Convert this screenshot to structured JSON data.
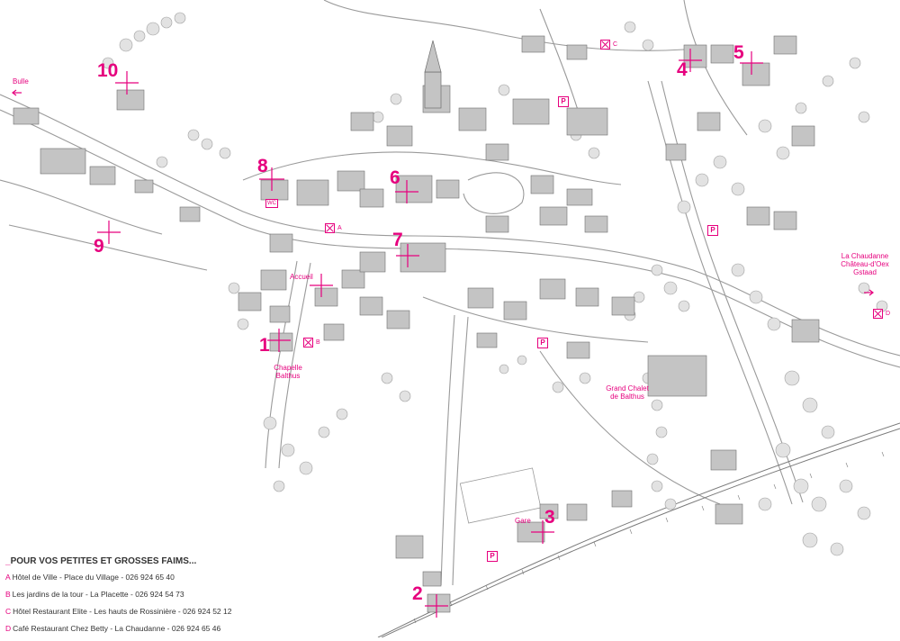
{
  "markers": [
    {
      "id": "m1",
      "label": "1"
    },
    {
      "id": "m2",
      "label": "2"
    },
    {
      "id": "m3",
      "label": "3"
    },
    {
      "id": "m4",
      "label": "4"
    },
    {
      "id": "m5",
      "label": "5"
    },
    {
      "id": "m6",
      "label": "6"
    },
    {
      "id": "m7",
      "label": "7"
    },
    {
      "id": "m8",
      "label": "8"
    },
    {
      "id": "m9",
      "label": "9"
    },
    {
      "id": "m10",
      "label": "10"
    }
  ],
  "place_labels": {
    "bulle": "Bulle",
    "accueil": "Accueil",
    "chapelle_line1": "Chapelle",
    "chapelle_line2": "Balthus",
    "grand_chalet_line1": "Grand Chalet",
    "grand_chalet_line2": "de Balthus",
    "gare": "Gare",
    "chaudanne_line1": "La Chaudanne",
    "chaudanne_line2": "Château-d'Oex",
    "chaudanne_line3": "Gstaad",
    "wc": "WC",
    "parking": "P"
  },
  "poi_letters": {
    "a": "A",
    "b": "B",
    "c": "C",
    "d": "D"
  },
  "legend": {
    "title": "POUR VOS PETITES ET GROSSES FAIMS...",
    "items": [
      {
        "letter": "A",
        "text": "Hôtel de Ville - Place du Village - 026 924 65 40"
      },
      {
        "letter": "B",
        "text": "Les jardins de la tour - La Placette - 026 924 54 73"
      },
      {
        "letter": "C",
        "text": "Hôtel Restaurant Elite - Les hauts de Rossinière - 026 924 52 12"
      },
      {
        "letter": "D",
        "text": "Café Restaurant Chez Betty - La Chaudanne - 026 924 65 46"
      }
    ]
  },
  "colors": {
    "accent": "#e6007e",
    "road": "#9a9a9a",
    "building_roof": "#bdbdbd",
    "building_wall": "#ffffff",
    "tree": "#cfcfcf"
  }
}
